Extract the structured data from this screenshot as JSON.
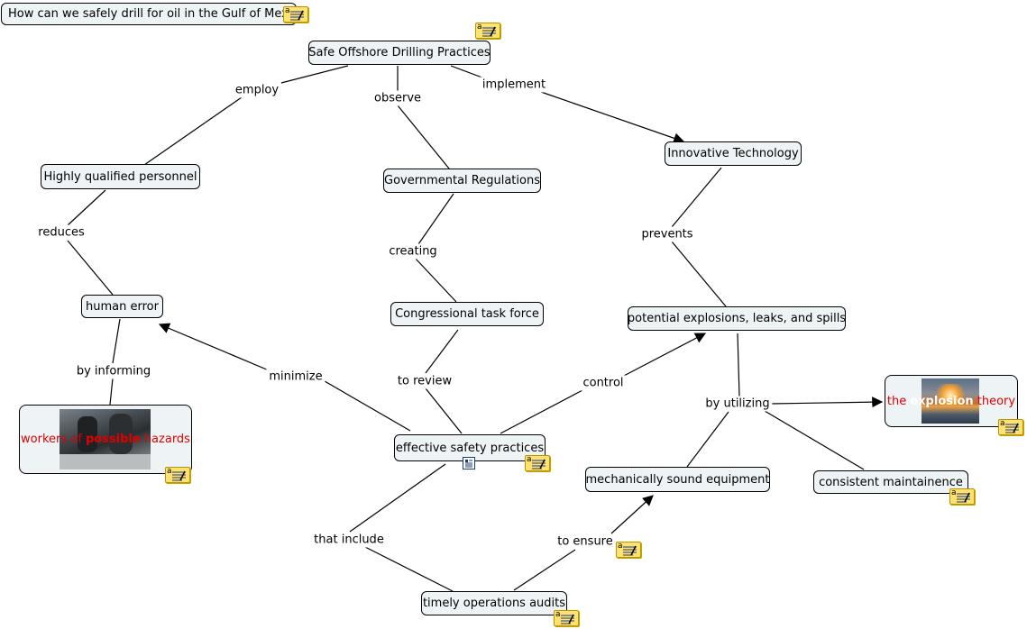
{
  "root_question": "How can we safely drill for oil in the Gulf of Mexico",
  "nodes": {
    "safe_practices": "Safe Offshore Drilling Practices",
    "personnel": "Highly qualified personnel",
    "regulations": "Governmental Regulations",
    "innovative_tech": "Innovative Technology",
    "human_error": "human error",
    "task_force": "Congressional task force",
    "explosions": "potential explosions, leaks, and spills",
    "workers_1": "workers of ",
    "workers_2": "possible",
    "workers_3": " hazards",
    "explosion_theory_1": "the ",
    "explosion_theory_2": "explosion",
    "explosion_theory_3": " theory",
    "effective": "effective safety practices",
    "mechanical": "mechanically sound equipment",
    "maintenance": "consistent maintainence",
    "audits": "timely operations audits"
  },
  "links": {
    "employ": "employ",
    "observe": "observe",
    "implement": "implement",
    "reduces": "reduces",
    "creating": "creating",
    "prevents": "prevents",
    "by_informing": "by informing",
    "minimize": "minimize",
    "to_review": "to review",
    "control": "control",
    "by_utilizing": "by utilizing",
    "that_include": "that include",
    "to_ensure": "to ensure"
  },
  "colors": {
    "node_fill": "#eef3f6",
    "note_fill": "#ffe270",
    "highlight_text": "#e00000"
  },
  "icons": {
    "note": "annotation-note-icon",
    "document": "document-resource-icon"
  }
}
